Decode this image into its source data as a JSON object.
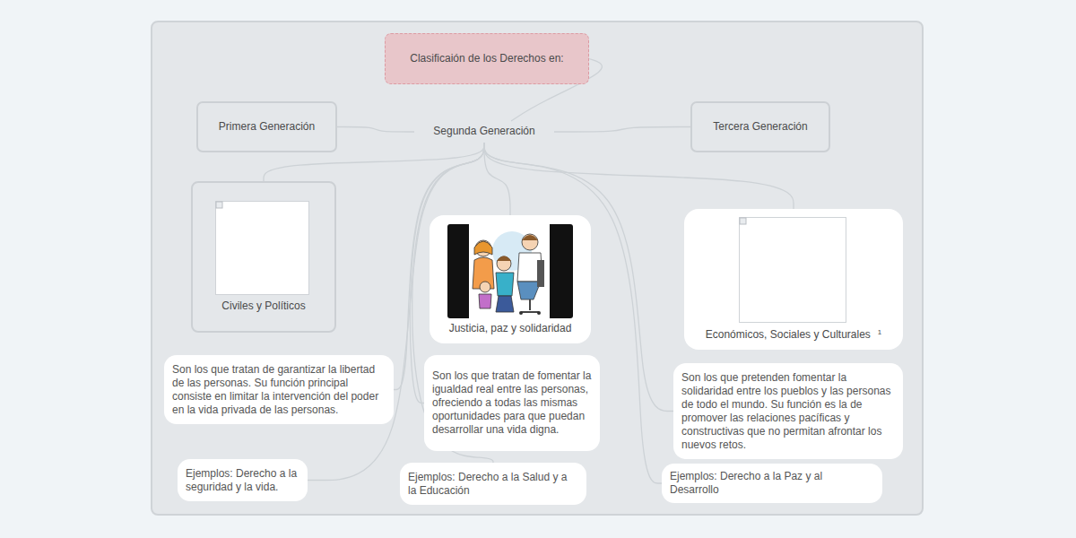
{
  "diagram": {
    "nodes": [
      {
        "text": [
          "Clasificaión de los Derechos en:"
        ]
      },
      {
        "text": [
          "Primera Generación"
        ]
      },
      {
        "text": [
          "Segunda Generación"
        ]
      },
      {
        "text": [
          "Tercera Generación"
        ]
      },
      {
        "text": [
          "Civiles y Políticos"
        ]
      },
      {
        "text": [
          "Justicia, paz y solidaridad"
        ]
      },
      {
        "text": [
          "Económicos, Sociales y Culturales",
          "1"
        ]
      },
      {
        "text": [
          "Son los que tratan de garantizar la libertad de las personas. Su función principal consiste en limitar la intervención del poder en la vida privada de las personas."
        ]
      },
      {
        "text": [
          "Son los que tratan de fomentar la igualdad real entre las personas, ofreciendo a todas las mismas oportunidades para que puedan desarrollar una vida digna."
        ]
      },
      {
        "text": [
          "Son los que pretenden fomentar la solidaridad entre los pueblos y las personas de todo el mundo. Su función es la de promover las relaciones pacíficas y constructivas que no permitan afrontar los nuevos retos."
        ]
      },
      {
        "text": [
          "Ejemplos: Derecho a la seguridad y la vida."
        ]
      },
      {
        "text": [
          "Ejemplos: Derecho a la Salud y a la Educación"
        ]
      },
      {
        "text": [
          "Ejemplos: Derecho a la Paz y al Desarrollo"
        ]
      }
    ],
    "edges": [
      {
        "from": 2,
        "to": 0,
        "arrow": "none"
      },
      {
        "from": 2,
        "to": 1,
        "arrow": "none"
      },
      {
        "from": 2,
        "to": 3,
        "arrow": "none"
      },
      {
        "from": 2,
        "to": 4,
        "arrow": "none"
      },
      {
        "from": 2,
        "to": 5,
        "arrow": "none"
      },
      {
        "from": 2,
        "to": 6,
        "arrow": "none"
      },
      {
        "from": 2,
        "to": 7,
        "arrow": "none"
      },
      {
        "from": 2,
        "to": 8,
        "arrow": "none"
      },
      {
        "from": 2,
        "to": 9,
        "arrow": "none"
      },
      {
        "from": 2,
        "to": 10,
        "arrow": "none"
      },
      {
        "from": 2,
        "to": 11,
        "arrow": "none"
      },
      {
        "from": 2,
        "to": 12,
        "arrow": "none"
      }
    ]
  }
}
